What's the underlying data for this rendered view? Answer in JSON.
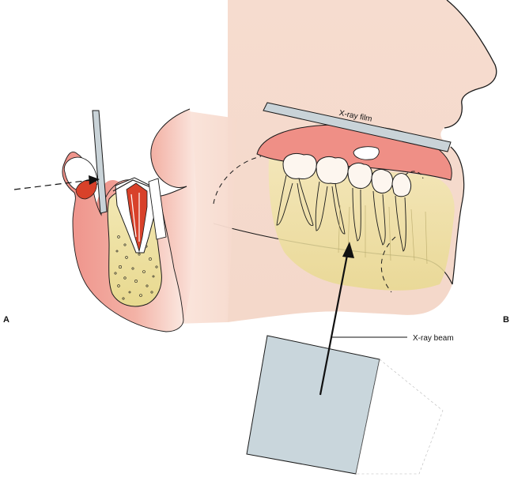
{
  "labels": {
    "panel_a": "A",
    "panel_b": "B",
    "film": "X-ray film",
    "beam": "X-ray beam"
  },
  "colors": {
    "skin": "#f6dccd",
    "gum": "#ef8f86",
    "gum_light": "#f4b1a5",
    "bone": "#ecdf9f",
    "pulp": "#d8412a",
    "film": "#c9d3d8",
    "tube": "#c9d6dc",
    "line": "#1a1a1a"
  }
}
